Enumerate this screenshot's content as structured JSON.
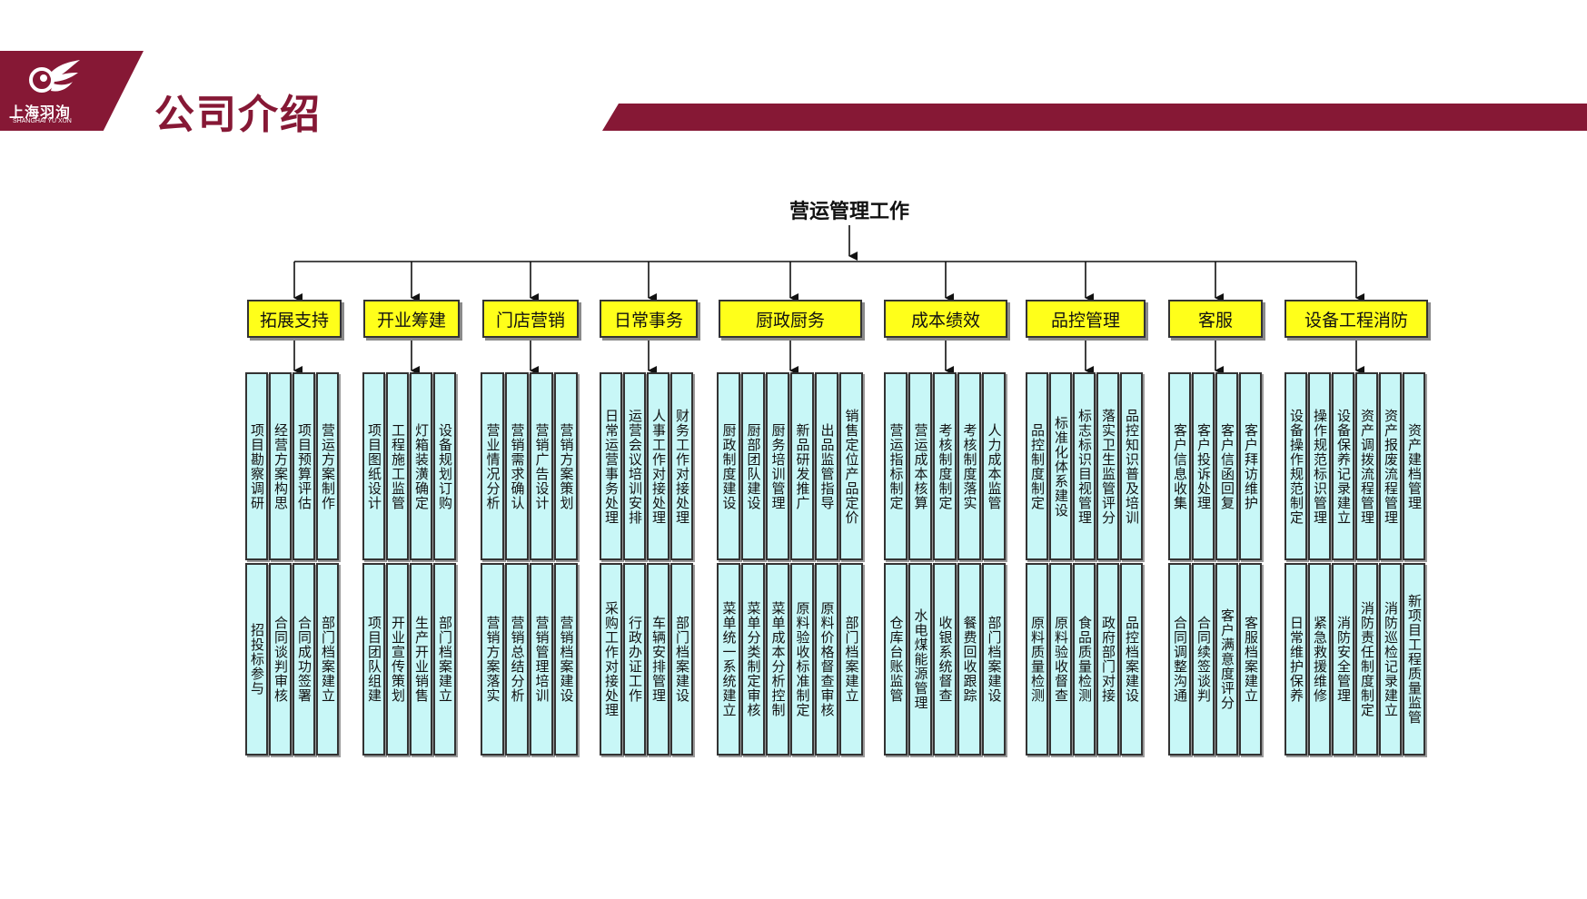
{
  "header": {
    "logo_cn": "上海羽洵",
    "logo_en": "SHANGHAI YU XUN",
    "title": "公司介绍",
    "brand_color": "#861835"
  },
  "chart": {
    "root": "营运管理工作",
    "category_color": "#ffff1a",
    "cell_color": "#c8f7f7",
    "categories": [
      {
        "label": "拓展支持",
        "top": [
          "项目勘察调研",
          "经营方案构思",
          "项目预算评估",
          "营运方案制作"
        ],
        "bottom": [
          "招投标参与",
          "合同谈判审核",
          "合同成功签署",
          "部门档案建立"
        ]
      },
      {
        "label": "开业筹建",
        "top": [
          "项目图纸设计",
          "工程施工监管",
          "灯箱装潢确定",
          "设备规划订购"
        ],
        "bottom": [
          "项目团队组建",
          "开业宣传策划",
          "生产开业销售",
          "部门档案建立"
        ]
      },
      {
        "label": "门店营销",
        "top": [
          "营业情况分析",
          "营销需求确认",
          "营销广告设计",
          "营销方案策划"
        ],
        "bottom": [
          "营销方案落实",
          "营销总结分析",
          "营销管理培训",
          "营销档案建设"
        ]
      },
      {
        "label": "日常事务",
        "top": [
          "日常运营事务处理",
          "运营会议培训安排",
          "人事工作对接处理",
          "财务工作对接处理"
        ],
        "bottom": [
          "采购工作对接处理",
          "行政办证工作",
          "车辆安排管理",
          "部门档案建设"
        ]
      },
      {
        "label": "厨政厨务",
        "top": [
          "厨政制度建设",
          "厨部团队建设",
          "厨务培训管理",
          "新品研发推广",
          "出品监管指导",
          "销售定位产品定价"
        ],
        "bottom": [
          "菜单统一系统建立",
          "菜单分类制定审核",
          "菜单成本分析控制",
          "原料验收标准制定",
          "原料价格督查审核",
          "部门档案建立"
        ]
      },
      {
        "label": "成本绩效",
        "top": [
          "营运指标制定",
          "营运成本核算",
          "考核制度制定",
          "考核制度落实",
          "人力成本监管"
        ],
        "bottom": [
          "仓库台账监管",
          "水电煤能源管理",
          "收银系统督查",
          "餐费回收跟踪",
          "部门档案建设"
        ]
      },
      {
        "label": "品控管理",
        "top": [
          "品控制度制定",
          "标准化体系建设",
          "标志标识目视管理",
          "落实卫生监管评分",
          "品控知识普及培训"
        ],
        "bottom": [
          "原料质量检测",
          "原料验收督查",
          "食品质量检测",
          "政府部门对接",
          "品控档案建设"
        ]
      },
      {
        "label": "客服",
        "top": [
          "客户信息收集",
          "客户投诉处理",
          "客户信函回复",
          "客户拜访维护"
        ],
        "bottom": [
          "合同调整沟通",
          "合同续签谈判",
          "客户满意度评分",
          "客服档案建立"
        ]
      },
      {
        "label": "设备工程消防",
        "top": [
          "设备操作规范制定",
          "操作规范标识管理",
          "设备保养记录建立",
          "资产调拨流程管理",
          "资产报废流程管理",
          "资产建档管理"
        ],
        "bottom": [
          "日常维护保养",
          "紧急救援维修",
          "消防安全管理",
          "消防责任制度制定",
          "消防巡检记录建立",
          "新项目工程质量监管"
        ]
      }
    ]
  }
}
